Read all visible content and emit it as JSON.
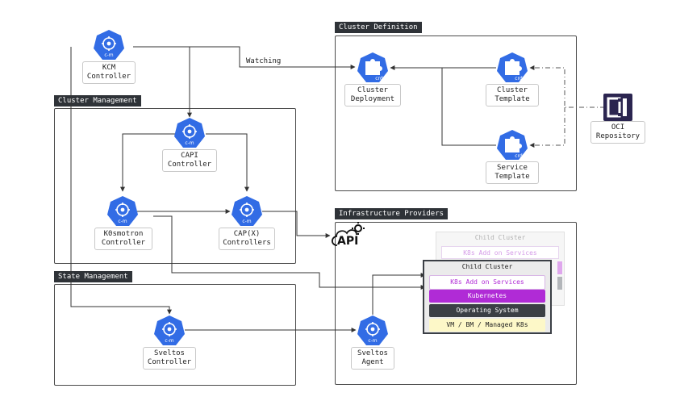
{
  "groups": {
    "cluster_definition": "Cluster Definition",
    "cluster_management": "Cluster Management",
    "infrastructure_providers": "Infrastructure Providers",
    "state_management": "State Management"
  },
  "nodes": {
    "kcm": {
      "line1": "KCM",
      "line2": "Controller",
      "badge": "c-m"
    },
    "capi": {
      "line1": "CAPI",
      "line2": "Controller",
      "badge": "c-m"
    },
    "k0smotron": {
      "line1": "K0smotron",
      "line2": "Controller",
      "badge": "c-m"
    },
    "capx": {
      "line1": "CAP(X)",
      "line2": "Controllers",
      "badge": "c-m"
    },
    "sveltos_controller": {
      "line1": "Sveltos",
      "line2": "Controller",
      "badge": "c-m"
    },
    "sveltos_agent": {
      "line1": "Sveltos",
      "line2": "Agent",
      "badge": "c-m"
    },
    "cluster_deployment": {
      "line1": "Cluster",
      "line2": "Deployment",
      "badge": "crd"
    },
    "cluster_template": {
      "line1": "Cluster",
      "line2": "Template",
      "badge": "crd"
    },
    "service_template": {
      "line1": "Service",
      "line2": "Template",
      "badge": "crd"
    },
    "oci": {
      "line1": "OCI",
      "line2": "Repository"
    }
  },
  "edge_labels": {
    "watching": "Watching"
  },
  "api": {
    "label": "API"
  },
  "child_cluster_back": {
    "title": "Child Cluster",
    "addon": "K8s Add on Services"
  },
  "child_cluster_front": {
    "title": "Child Cluster",
    "addon": "K8s Add on Services",
    "kubernetes": "Kubernetes",
    "os": "Operating System",
    "vm": "VM / BM / Managed K8s"
  },
  "colors": {
    "k8s_blue": "#326ce5",
    "addon_purple": "#b02bd6",
    "os_dark": "#3b3f45",
    "vm_yellow": "#fdf8c8",
    "tag_dark": "#2f3338"
  }
}
